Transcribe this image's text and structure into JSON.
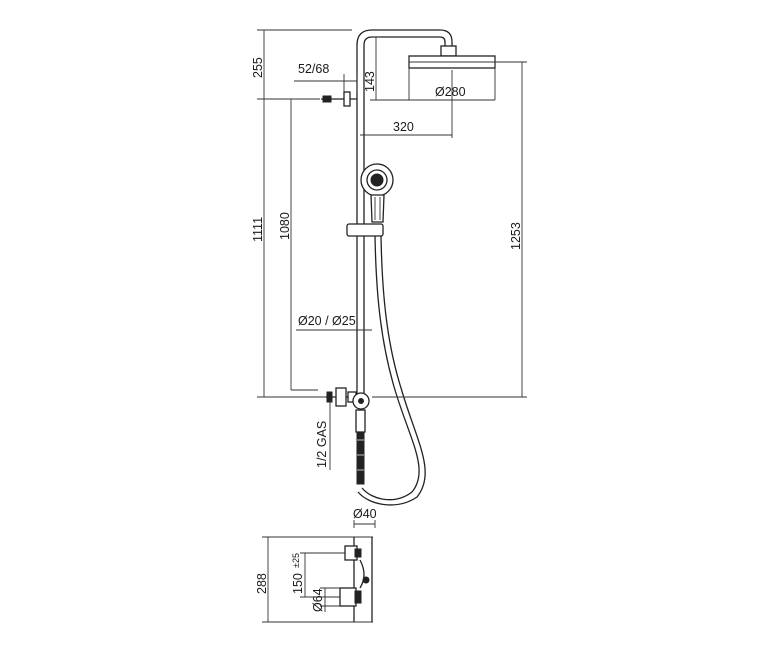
{
  "drawing": {
    "labels": {
      "d255": "255",
      "d52_68": "52/68",
      "d143": "143",
      "d280": "Ø280",
      "d320": "320",
      "d1111": "1111",
      "d1080": "1080",
      "d1253": "1253",
      "d20_25": "Ø20 / Ø25",
      "gas": "1/2 GAS",
      "d40": "Ø40",
      "d288": "288",
      "d150": "150",
      "tol": "±25",
      "d64": "Ø64"
    }
  }
}
